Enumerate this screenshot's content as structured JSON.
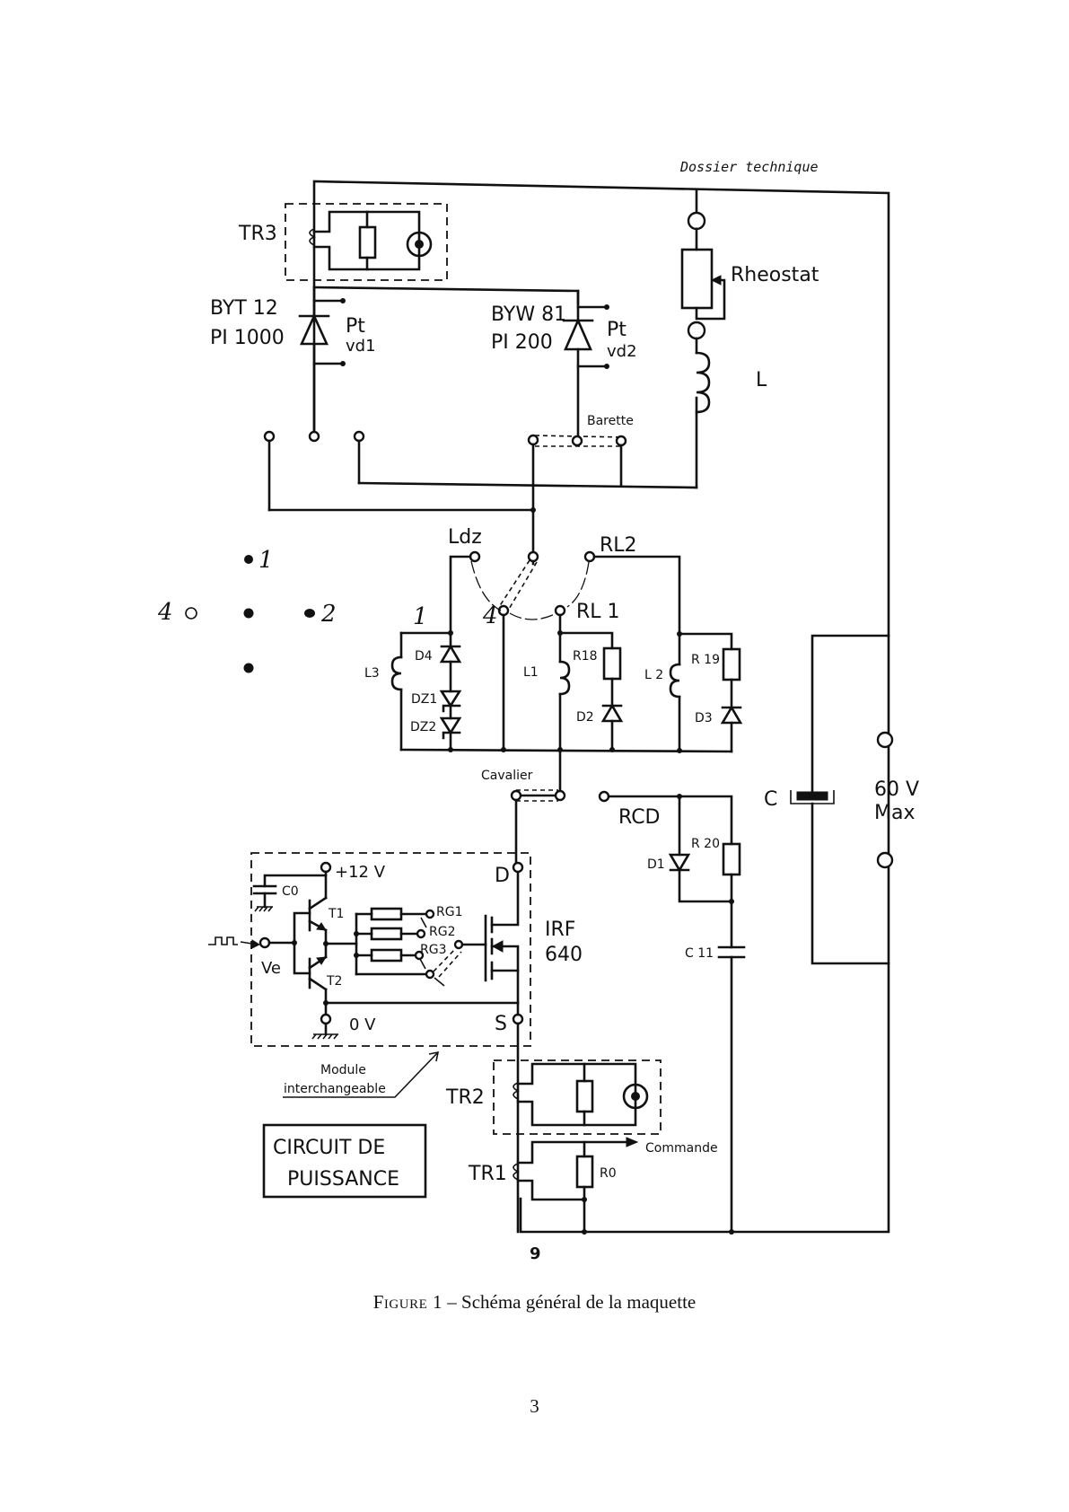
{
  "header": {
    "text": "Dossier technique"
  },
  "figure": {
    "caption_prefix": "Figure 1",
    "caption_sep": " – ",
    "caption_text": "Schéma général de la maquette"
  },
  "page_number": "3",
  "schematic_page_number": "9",
  "title_box": {
    "line1": "CIRCUIT DE",
    "line2": "PUISSANCE"
  },
  "components": {
    "tr3": "TR3",
    "tr2": "TR2",
    "tr1": "TR1",
    "diode1": {
      "name": "BYT 12",
      "rating": "PI 1000",
      "pt": "Pt",
      "vd": "vd1"
    },
    "diode2": {
      "name": "BYW 81",
      "rating": "PI 200",
      "pt": "Pt",
      "vd": "vd2"
    },
    "rheostat": "Rheostat",
    "inductor_l": "L",
    "barette": "Barette",
    "ldz": "Ldz",
    "rl1": "RL 1",
    "rl2": "RL2",
    "l3": "L3",
    "d4": "D4",
    "dz1": "DZ1",
    "dz2": "DZ2",
    "l1": "L1",
    "r18": "R18",
    "d2": "D2",
    "l2": "L 2",
    "r19": "R 19",
    "d3": "D3",
    "cavalier": "Cavalier",
    "rcd": "RCD",
    "r20": "R 20",
    "d1": "D1",
    "c11": "C 11",
    "c": "C",
    "supply_voltage": "60 V",
    "supply_max": "Max",
    "plus12": "+12 V",
    "zero_v": "0 V",
    "c0": "C0",
    "t1": "T1",
    "t2": "T2",
    "ve": "Ve",
    "rg1": "RG1",
    "rg2": "RG2",
    "rg3": "RG3",
    "drain": "D",
    "source": "S",
    "mosfet_line1": "IRF",
    "mosfet_line2": "640",
    "module_line1": "Module",
    "module_line2": "interchangeable",
    "commande": "Commande",
    "r0": "R0"
  },
  "handwritten": {
    "sel_1a": "1",
    "sel_4": "4",
    "sel_2": "2",
    "mark_1": "1",
    "mark_4": "4"
  }
}
